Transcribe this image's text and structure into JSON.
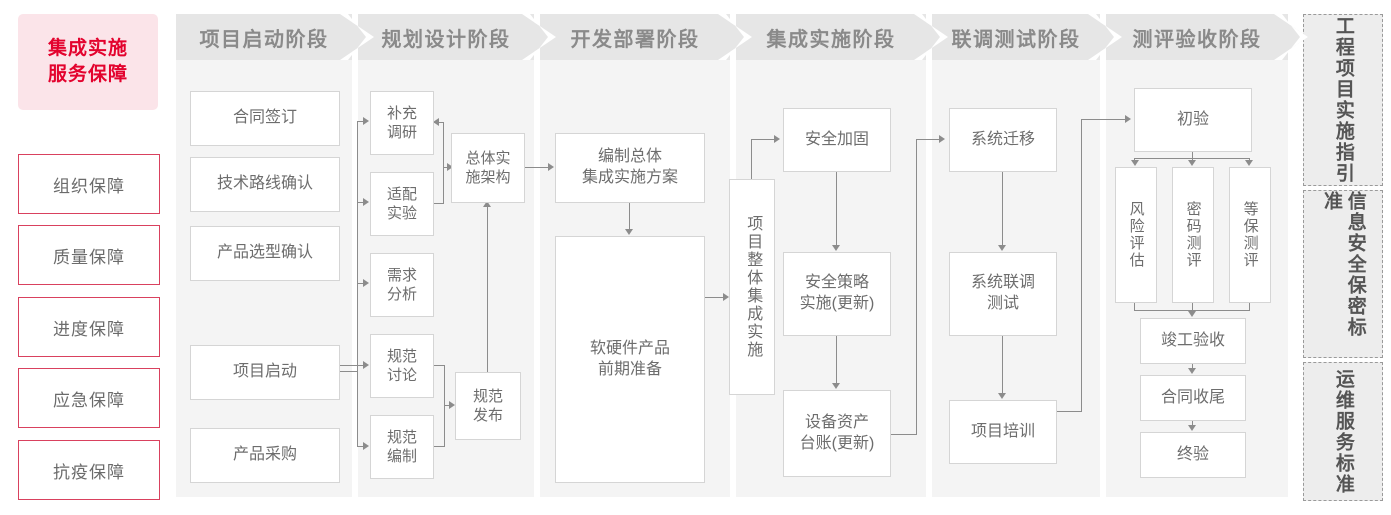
{
  "guarantee_rail": {
    "title": "集成实施\n服务保障",
    "title_line1": "集成实施",
    "title_line2": "服务保障",
    "accent_color": "#e3032e",
    "accent_bg": "#fbe4e9",
    "border_color": "#d9415e",
    "items": [
      {
        "label": "组织保障"
      },
      {
        "label": "质量保障"
      },
      {
        "label": "进度保障"
      },
      {
        "label": "应急保障"
      },
      {
        "label": "抗疫保障"
      }
    ]
  },
  "phases": [
    {
      "id": "p1",
      "header": "项目启动阶段"
    },
    {
      "id": "p2",
      "header": "规划设计阶段"
    },
    {
      "id": "p3",
      "header": "开发部署阶段"
    },
    {
      "id": "p4",
      "header": "集成实施阶段"
    },
    {
      "id": "p5",
      "header": "联调测试阶段"
    },
    {
      "id": "p6",
      "header": "测评验收阶段"
    }
  ],
  "nodes": {
    "n_contract": "合同签订",
    "n_techroute": "技术路线确认",
    "n_prodselect": "产品选型确认",
    "n_kickoff": "项目启动",
    "n_purchase": "产品采购",
    "n_survey": "补充\n调研",
    "n_survey_l1": "补充",
    "n_survey_l2": "调研",
    "n_adapt_l1": "适配",
    "n_adapt_l2": "实验",
    "n_req_l1": "需求",
    "n_req_l2": "分析",
    "n_specdisc_l1": "规范",
    "n_specdisc_l2": "讨论",
    "n_specdraft_l1": "规范",
    "n_specdraft_l2": "编制",
    "n_arch_l1": "总体实",
    "n_arch_l2": "施架构",
    "n_specpub_l1": "规范",
    "n_specpub_l2": "发布",
    "n_plan_l1": "编制总体",
    "n_plan_l2": "集成实施方案",
    "n_prep_l1": "软硬件产品",
    "n_prep_l2": "前期准备",
    "n_overall": "项目整体集成实施",
    "n_harden": "安全加固",
    "n_secpolicy_l1": "安全策略",
    "n_secpolicy_l2": "实施(更新)",
    "n_asset_l1": "设备资产",
    "n_asset_l2": "台账(更新)",
    "n_migrate": "系统迁移",
    "n_jointtest_l1": "系统联调",
    "n_jointtest_l2": "测试",
    "n_training": "项目培训",
    "n_initial": "初验",
    "n_risk": "风险评估",
    "n_crypto": "密码测评",
    "n_mlps": "等保测评",
    "n_final_accept": "竣工验收",
    "n_contract_end": "合同收尾",
    "n_final": "终验"
  },
  "standards_rail": [
    {
      "label": "工程项目实施指引"
    },
    {
      "label": "信息安全保密标准"
    },
    {
      "label": "运维服务标准"
    }
  ],
  "colors": {
    "panel_bg": "#f4f4f4",
    "header_bg": "#e6e6e6",
    "header_text": "#8a8a8a",
    "node_border": "#d5d5d5",
    "node_text": "#6d6d6d",
    "connector": "#8c8c8c"
  }
}
